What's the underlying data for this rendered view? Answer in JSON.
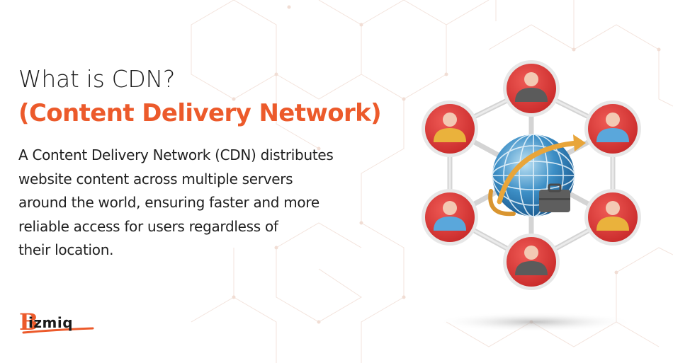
{
  "heading": {
    "line1": "What is CDN?",
    "line2": "(Content Delivery Network)"
  },
  "description": {
    "lines": [
      "A Content Delivery Network (CDN) distributes",
      "website content across multiple servers",
      "around the world, ensuring faster and more",
      "reliable access for users regardless of",
      "their location."
    ]
  },
  "logo": {
    "text": "izmiq",
    "initial": "B"
  },
  "colors": {
    "accent": "#ec5a2b",
    "node_red": "#e23b3b",
    "text": "#1f1f1f"
  },
  "illustration": {
    "icons": [
      "globe-icon",
      "briefcase-icon",
      "user-icon"
    ]
  }
}
